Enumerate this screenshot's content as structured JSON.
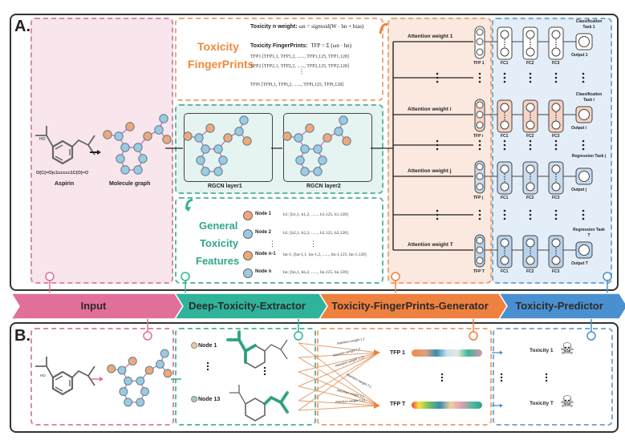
{
  "panel_a": {
    "label": "A.",
    "input": {
      "smiles": "O(C(=O)c1ccccc1C(O)=O",
      "molecule_name": "Aspirin",
      "graph_caption": "Molecule graph",
      "hydroxyl_label": "HO"
    },
    "fingerprints": {
      "title_line1": "Toxicity",
      "title_line2": "FingerPrints",
      "weight_label": "Toxicity n weight:",
      "weight_formula": "ωn = sigmoid(W · hn + bias)",
      "fp_label": "Toxicity FingerPrints:",
      "fp_formula": "TFP = Σ (ωn · hn)",
      "rows": [
        "TFP1 [TFP1,1, TFP1,2, ......, TFP1,125, TFP1,128]",
        "TFP2 [TFP2,1, TFP2,2, ......, TFP2,125, TFP2,128]",
        "TFPt [TFPt,1, TFPt,2, ......, TFPt,125, TFPt,128]"
      ]
    },
    "rgcn": {
      "layer1": "RGCN layer1",
      "layer2": "RGCN layer2"
    },
    "general_features": {
      "title_line1": "General",
      "title_line2": "Toxicity",
      "title_line3": "Features",
      "nodes": [
        {
          "label": "Node 1",
          "vector": "h1: [h1,1, h1,2, ......, h1,125, h1,128]",
          "color": "#f0a878"
        },
        {
          "label": "Node 2",
          "vector": "h2: [h2,1, h2,2, ......, h2,125, h2,128]",
          "color": "#9ccbe0"
        },
        {
          "label": "Node n-1",
          "vector": "hn-1: [hn-1,1, hn-1,2, ......, hn-1,125, hn-1,128]",
          "color": "#f0a878"
        },
        {
          "label": "Node n",
          "vector": "hn: [hn,1, hn,2, ......, hn,125, hn,128]",
          "color": "#9ccbe0"
        }
      ]
    },
    "predictor": {
      "rows": [
        {
          "attention": "Attention weight 1",
          "tfp": "TFP 1",
          "task": "Classification Task 1",
          "output": "Output 1",
          "kind": "classification"
        },
        {
          "attention": "Attention weight i",
          "tfp": "TFP i",
          "task": "Classification Task i",
          "output": "Output i",
          "kind": "classification"
        },
        {
          "attention": "Attention weight j",
          "tfp": "TFP j",
          "task": "Regression Task j",
          "output": "Output j",
          "kind": "regression"
        },
        {
          "attention": "Attention weight T",
          "tfp": "TFP T",
          "task": "Regression Task T",
          "output": "Output T",
          "kind": "regression"
        }
      ],
      "fc_labels": [
        "FC1",
        "FC2",
        "FC3"
      ]
    }
  },
  "stages": [
    {
      "label": "Input",
      "color": "#e0709a"
    },
    {
      "label": "Deep-Toxicity-Extractor",
      "color": "#2fb39a"
    },
    {
      "label": "Toxicity-FingerPrints-Generator",
      "color": "#ef8140"
    },
    {
      "label": "Toxicity-Predictor",
      "color": "#4a90d0"
    }
  ],
  "panel_b": {
    "label": "B.",
    "hydroxyl_label": "HO",
    "nodes": [
      {
        "label": "Node 1",
        "index": "1"
      },
      {
        "label": "Node 13",
        "index": "13"
      }
    ],
    "attention_labels": [
      "Attention weight 1,1",
      "Attention weight 1,2",
      "Attention weight 1,13",
      "Attention weight T,1",
      "Attention weight T,2",
      "Attention weight T,13"
    ],
    "fingerprints": [
      "TFP 1",
      "TFP T"
    ],
    "toxicities": [
      "Toxicity 1",
      "Toxicity T"
    ]
  },
  "colors": {
    "pink_bg": "#f8e6ec",
    "green_bg": "#e6f4f1",
    "orange_bg": "#fbe9e0",
    "blue_bg": "#e4eef8",
    "orange_text": "#ef8a3c",
    "green_text": "#2fa88c"
  }
}
